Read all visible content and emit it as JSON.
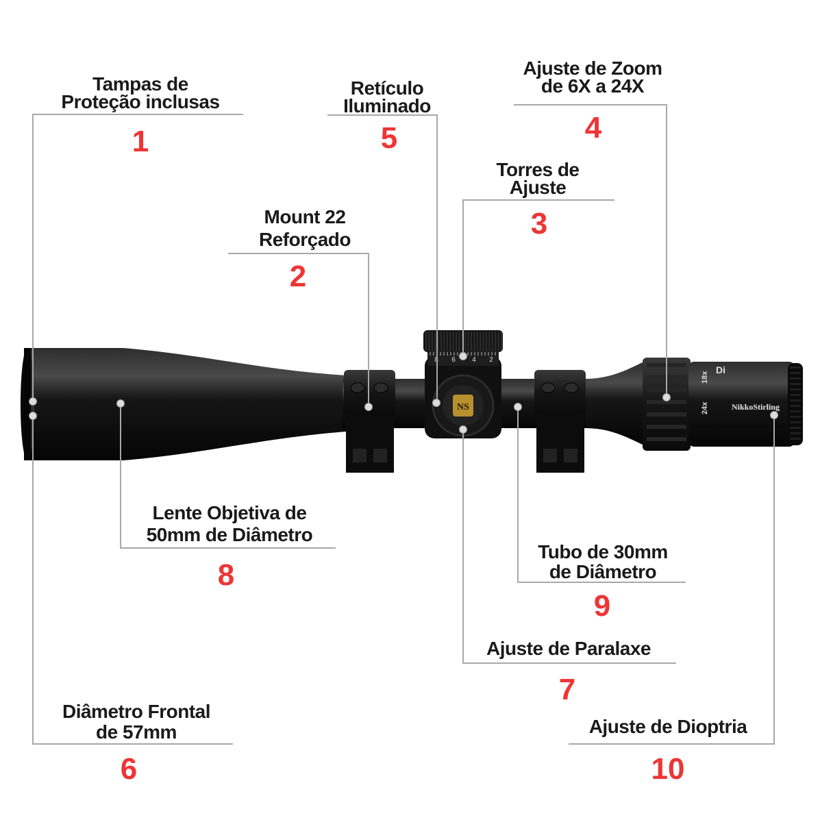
{
  "callouts": [
    {
      "id": 1,
      "number": "1",
      "lines": [
        "Tampas de",
        "Proteção inclusas"
      ]
    },
    {
      "id": 2,
      "number": "2",
      "lines": [
        "Mount 22",
        "Reforçado"
      ]
    },
    {
      "id": 3,
      "number": "3",
      "lines": [
        "Torres de",
        "Ajuste"
      ]
    },
    {
      "id": 4,
      "number": "4",
      "lines": [
        "Ajuste de Zoom",
        "de 6X a 24X"
      ]
    },
    {
      "id": 5,
      "number": "5",
      "lines": [
        "Retículo",
        "Iluminado"
      ]
    },
    {
      "id": 6,
      "number": "6",
      "lines": [
        "Diâmetro Frontal",
        "de 57mm"
      ]
    },
    {
      "id": 7,
      "number": "7",
      "lines": [
        "Ajuste de Paralaxe"
      ]
    },
    {
      "id": 8,
      "number": "8",
      "lines": [
        "Lente Objetiva de",
        "50mm de Diâmetro"
      ]
    },
    {
      "id": 9,
      "number": "9",
      "lines": [
        "Tubo de 30mm",
        "de Diâmetro"
      ]
    },
    {
      "id": 10,
      "number": "10",
      "lines": [
        "Ajuste de Dioptria"
      ]
    }
  ],
  "scope": {
    "brand_text": "NikkoStirling",
    "zoom_marks": [
      "24x",
      "18x"
    ],
    "eyepiece_text": "Di",
    "turret_numbers": [
      "8",
      "6",
      "4",
      "2"
    ],
    "colors": {
      "body": "#0d0d0d",
      "body_highlight": "#3a3a3a",
      "leader": "#a8a8a8",
      "number": "#ee3535",
      "badge": "#b8902f"
    }
  }
}
